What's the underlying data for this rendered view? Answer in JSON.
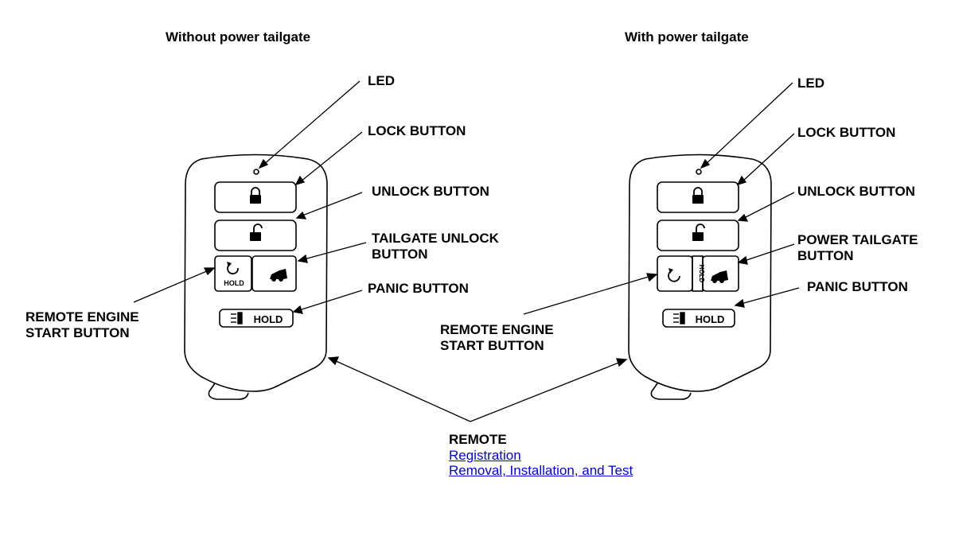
{
  "left": {
    "title": "Without power tailgate",
    "led": "LED",
    "lock": "LOCK BUTTON",
    "unlock": "UNLOCK BUTTON",
    "tailgate_line1": "TAILGATE UNLOCK",
    "tailgate_line2": "BUTTON",
    "panic": "PANIC BUTTON",
    "engine_line1": "REMOTE ENGINE",
    "engine_line2": "START BUTTON",
    "hold_small": "HOLD",
    "hold_panic": "HOLD"
  },
  "right": {
    "title": "With power tailgate",
    "led": "LED",
    "lock": "LOCK BUTTON",
    "unlock": "UNLOCK BUTTON",
    "tailgate_line1": "POWER TAILGATE",
    "tailgate_line2": "BUTTON",
    "panic": "PANIC BUTTON",
    "engine_line1": "REMOTE ENGINE",
    "engine_line2": "START BUTTON",
    "hold_vertical": "HOLD",
    "hold_panic": "HOLD"
  },
  "remote": {
    "label": "REMOTE",
    "links": [
      "Registration",
      "Removal, Installation, and Test"
    ]
  }
}
